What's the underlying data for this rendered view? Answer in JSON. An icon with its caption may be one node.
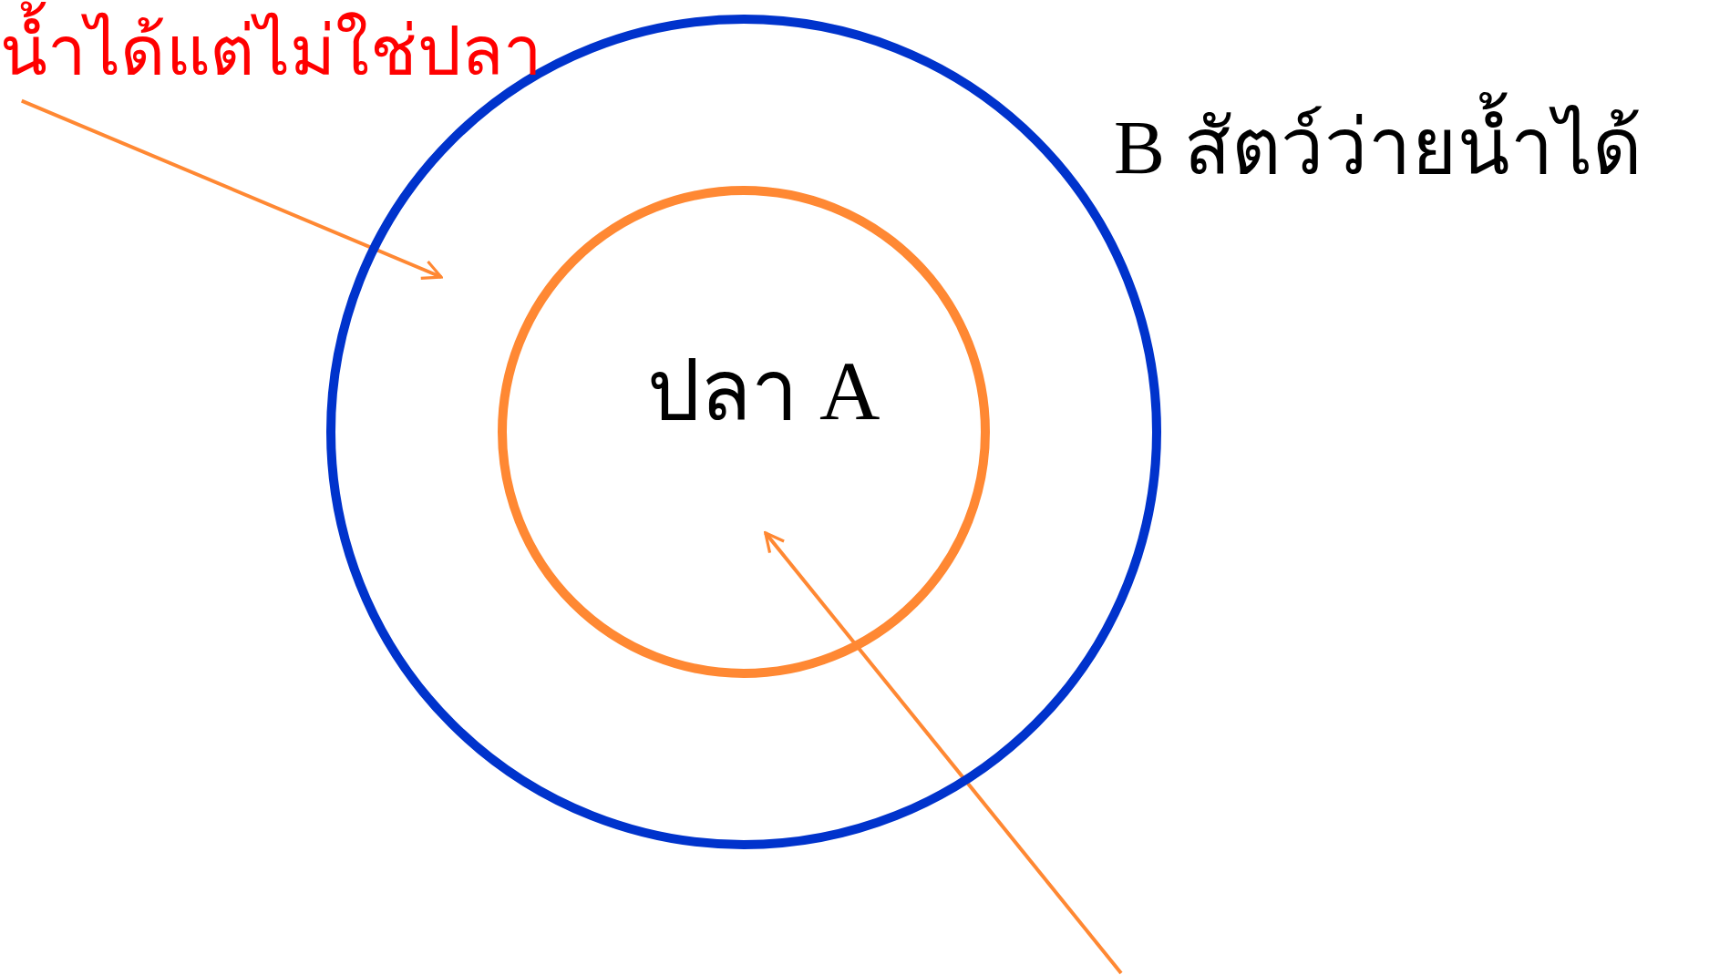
{
  "diagram": {
    "nodes": [
      {
        "text": [
          "B สัตว์ว่ายน้ำได้"
        ]
      },
      {
        "text": [
          "ปลา A"
        ],
        "in": 0
      },
      {
        "text": [
          "น้ำได้แต่ไม่ใช่ปลา"
        ]
      }
    ],
    "edges": [
      {
        "from": 2,
        "to": 0,
        "arrow": "to"
      },
      {
        "from": null,
        "to": 1,
        "arrow": "to"
      }
    ]
  }
}
